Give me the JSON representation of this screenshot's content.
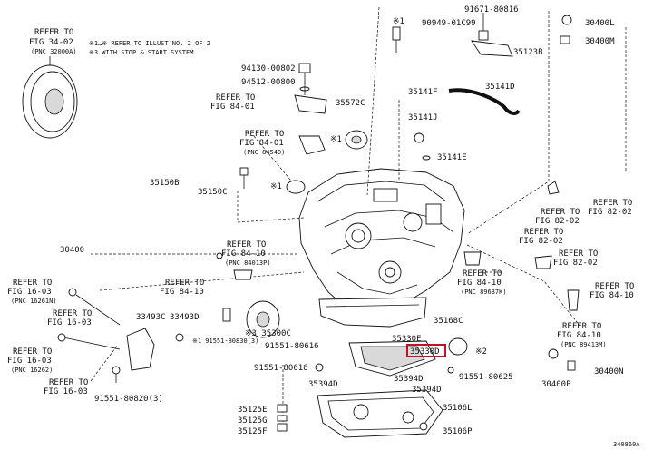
{
  "notes": {
    "line1": "※1…※ REFER TO ILLUST NO. 2 OF 2",
    "line2": "※3 WITH STOP & START SYSTEM"
  },
  "ref_topleft": {
    "l1": "REFER TO",
    "l2": "FIG 34-02",
    "l3": "(PNC 32000A)"
  },
  "parts": {
    "p91671": "91671-80816",
    "p90949": "90949-01C99",
    "p30400L": "30400L",
    "p30400M": "30400M",
    "p35123B": "35123B",
    "p94130": "94130-00802",
    "p94512": "94512-00800",
    "p35572C": "35572C",
    "p35141F": "35141F",
    "p35141D": "35141D",
    "p35141J": "35141J",
    "p35141E": "35141E",
    "p35150B": "35150B",
    "p35150C": "35150C",
    "p30400": "30400",
    "p33493C": "33493C",
    "p33493D": "33493D",
    "p35300C": "※3 35300C",
    "p91551_80830": "※1 91551-80830(3)",
    "p91551_80616a": "91551-80616",
    "p91551_80616b": "91551-80616",
    "p35330E": "35330E",
    "p35330D": "35330D",
    "p35168C": "35168C",
    "pstar2": "※2",
    "p35394D_a": "35394D",
    "p35394D_b": "35394D",
    "p35394D_c": "35394D",
    "p91551_80625": "91551-80625",
    "p91551_80820": "91551-80820(3)",
    "p35106L": "35106L",
    "p35125E": "35125E",
    "p35125G": "35125G",
    "p35125F": "35125F",
    "p35106P": "35106P",
    "p30400N": "30400N",
    "p30400P": "30400P",
    "star1a": "※1",
    "star1b": "※1",
    "star1c": "※1"
  },
  "refs": {
    "r84_01a": [
      "REFER TO",
      "FIG 84-01"
    ],
    "r84_01b": [
      "REFER TO",
      "FIG 84-01",
      "(PNC 84540)"
    ],
    "r84_10a": [
      "REFER TO",
      "FIG 84-10",
      "(PNC 84013P)"
    ],
    "r84_10b": [
      "REFER TO",
      "FIG 84-10"
    ],
    "r84_10c": [
      "REFER TO",
      "FIG 84-10",
      "(PNC 89637K)"
    ],
    "r82_02a": [
      "REFER TO",
      "FIG 82-02"
    ],
    "r82_02b": [
      "REFER TO",
      "FIG 82-02"
    ],
    "r82_02c": [
      "REFER TO",
      "FIG 82-02"
    ],
    "r82_02d": [
      "REFER TO",
      "FIG 82-02"
    ],
    "r84_10d": [
      "REFER TO",
      "FIG 84-10"
    ],
    "r84_10e": [
      "REFER TO",
      "FIG 84-10",
      "(PNC 89413M)"
    ],
    "r16_03a": [
      "REFER TO",
      "FIG 16-03",
      "(PNC 16261N)"
    ],
    "r16_03b": [
      "REFER TO",
      "FIG 16-03"
    ],
    "r16_03c": [
      "REFER TO",
      "FIG 16-03",
      "(PNC 16262)"
    ],
    "r16_03d": [
      "REFER TO",
      "FIG 16-03"
    ]
  },
  "figure_code": "340860A",
  "highlight_color": "#c0102a"
}
